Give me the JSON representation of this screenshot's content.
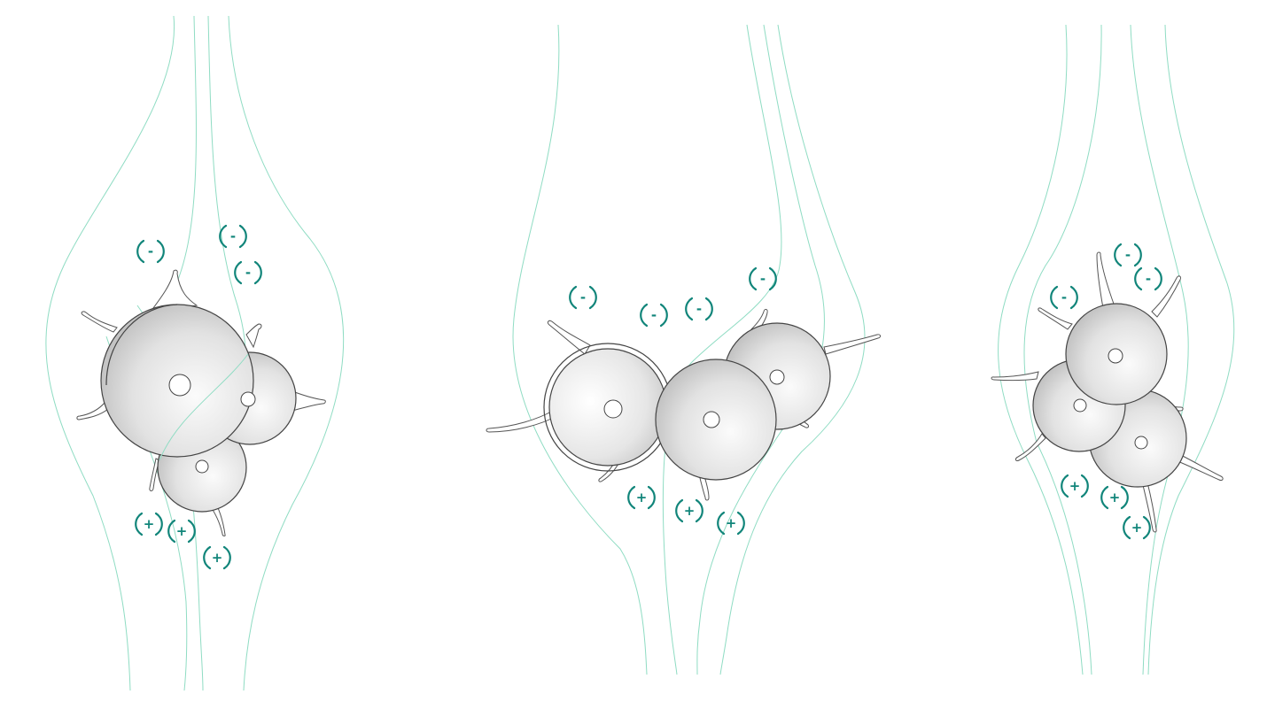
{
  "diagram": {
    "panels": [
      {
        "id": "left",
        "ions": [
          {
            "sign": "-",
            "charge": "negative"
          },
          {
            "sign": "-",
            "charge": "negative"
          },
          {
            "sign": "-",
            "charge": "negative"
          },
          {
            "sign": "+",
            "charge": "positive"
          },
          {
            "sign": "+",
            "charge": "positive"
          },
          {
            "sign": "+",
            "charge": "positive"
          }
        ]
      },
      {
        "id": "middle",
        "ions": [
          {
            "sign": "-",
            "charge": "negative"
          },
          {
            "sign": "-",
            "charge": "negative"
          },
          {
            "sign": "-",
            "charge": "negative"
          },
          {
            "sign": "-",
            "charge": "negative"
          },
          {
            "sign": "+",
            "charge": "positive"
          },
          {
            "sign": "+",
            "charge": "positive"
          },
          {
            "sign": "+",
            "charge": "positive"
          }
        ]
      },
      {
        "id": "right",
        "ions": [
          {
            "sign": "-",
            "charge": "negative"
          },
          {
            "sign": "-",
            "charge": "negative"
          },
          {
            "sign": "-",
            "charge": "negative"
          },
          {
            "sign": "+",
            "charge": "positive"
          },
          {
            "sign": "+",
            "charge": "positive"
          },
          {
            "sign": "+",
            "charge": "positive"
          }
        ]
      }
    ],
    "colors": {
      "streamline": "#8fdcc3",
      "ion": "#11857a",
      "particle_light": "#f7f7f7",
      "particle_dark": "#b9b9b9",
      "outline": "#444444"
    }
  }
}
